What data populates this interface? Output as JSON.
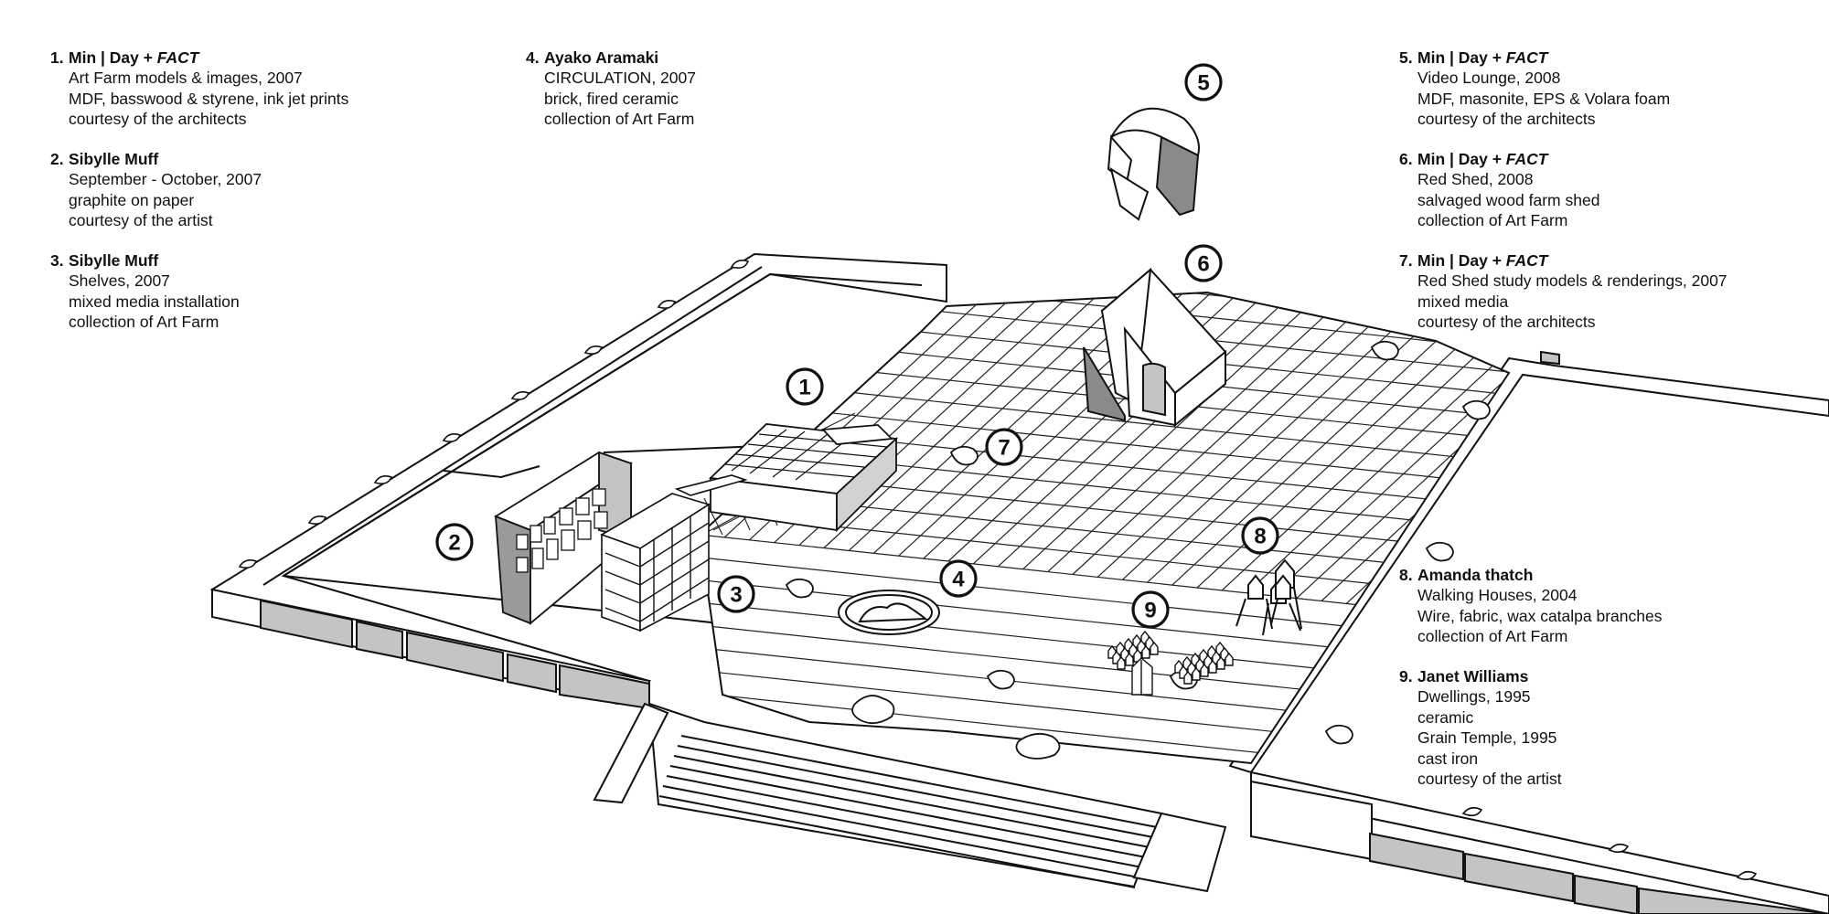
{
  "legend": [
    {
      "num": "1.",
      "artist": "Min | Day + ",
      "artist_em": "FACT",
      "lines": [
        "Art Farm models & images, 2007",
        "MDF, basswood & styrene, ink jet prints",
        "courtesy of the architects"
      ]
    },
    {
      "num": "2.",
      "artist": "Sibylle Muff",
      "artist_em": "",
      "lines": [
        "September - October, 2007",
        "graphite on paper",
        "courtesy of the artist"
      ]
    },
    {
      "num": "3.",
      "artist": "Sibylle Muff",
      "artist_em": "",
      "lines": [
        "Shelves, 2007",
        "mixed media installation",
        "collection of Art Farm"
      ]
    },
    {
      "num": "4.",
      "artist": "Ayako Aramaki",
      "artist_em": "",
      "lines": [
        "CIRCULATION, 2007",
        "brick, fired ceramic",
        "collection of Art Farm"
      ]
    },
    {
      "num": "5.",
      "artist": "Min | Day + ",
      "artist_em": "FACT",
      "lines": [
        "Video Lounge, 2008",
        "MDF, masonite, EPS & Volara foam",
        "courtesy of the architects"
      ]
    },
    {
      "num": "6.",
      "artist": "Min | Day + ",
      "artist_em": "FACT",
      "lines": [
        "Red Shed, 2008",
        "salvaged wood farm shed",
        "collection of Art Farm"
      ]
    },
    {
      "num": "7.",
      "artist": "Min | Day + ",
      "artist_em": "FACT",
      "lines": [
        "Red Shed study models & renderings, 2007",
        "mixed media",
        "courtesy of the architects"
      ]
    },
    {
      "num": "8.",
      "artist": "Amanda thatch",
      "artist_em": "",
      "lines": [
        "Walking Houses, 2004",
        "Wire, fabric, wax catalpa branches",
        "collection of Art Farm"
      ]
    },
    {
      "num": "9.",
      "artist": "Janet Williams",
      "artist_em": "",
      "lines": [
        "Dwellings, 1995",
        "ceramic",
        "Grain Temple, 1995",
        "cast iron",
        "courtesy of the artist"
      ]
    }
  ],
  "markers": [
    "1",
    "2",
    "3",
    "4",
    "5",
    "6",
    "7",
    "8",
    "9"
  ],
  "colors": {
    "ink": "#111111",
    "wall_shade": "#c4c4c4",
    "shadow": "#8a8a8a",
    "paper": "#ffffff"
  }
}
